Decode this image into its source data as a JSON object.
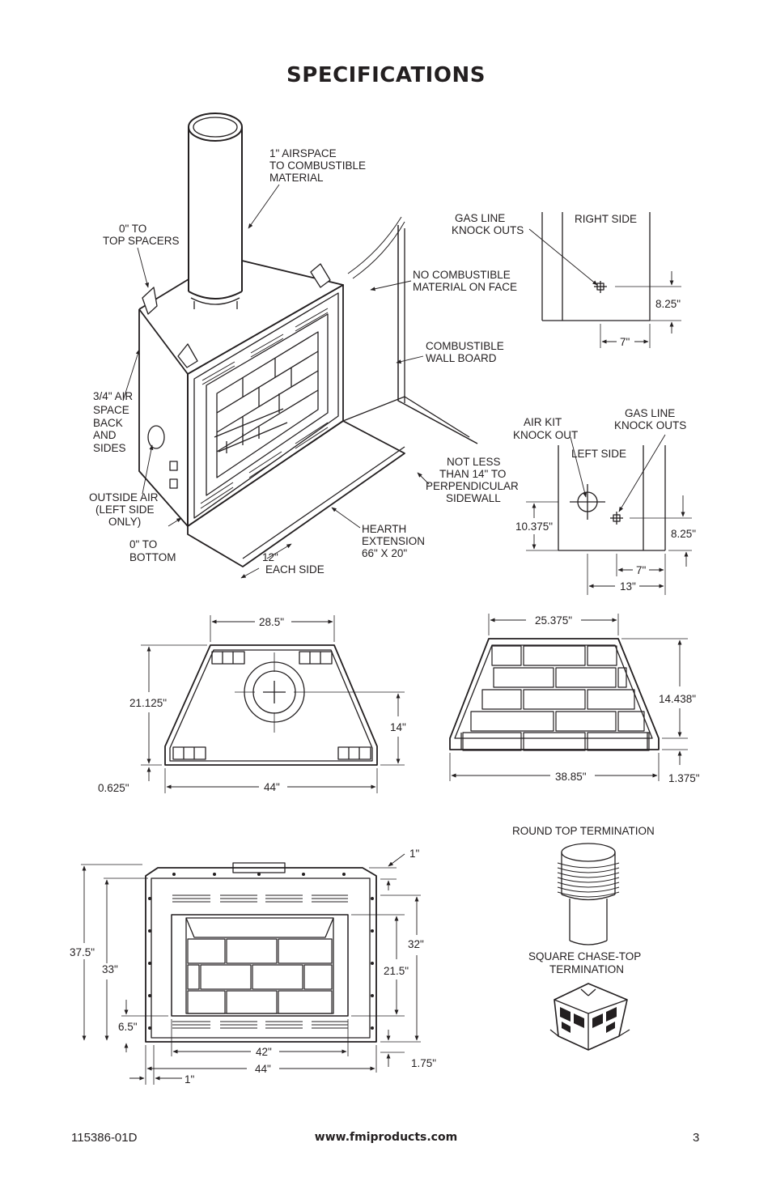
{
  "page_title": "SPECIFICATIONS",
  "footer": {
    "doc_number": "115386-01D",
    "website": "www.fmiproducts.com",
    "page_number": "3"
  },
  "iso_view": {
    "airspace": [
      "1\" AIRSPACE",
      "TO COMBUSTIBLE",
      "MATERIAL"
    ],
    "top_spacers": [
      "0\" TO",
      "TOP SPACERS"
    ],
    "no_combustible": [
      "NO COMBUSTIBLE",
      "MATERIAL ON FACE"
    ],
    "wall_board": [
      "COMBUSTIBLE",
      "WALL BOARD"
    ],
    "air_space_back": [
      "3/4\" AIR",
      "SPACE",
      "BACK",
      "AND",
      "SIDES"
    ],
    "outside_air": [
      "OUTSIDE AIR",
      "(LEFT SIDE",
      "ONLY)"
    ],
    "bottom": [
      "0\" TO",
      "BOTTOM"
    ],
    "each_side": [
      "12\"",
      "EACH SIDE"
    ],
    "hearth": [
      "HEARTH",
      "EXTENSION",
      "66\" X 20\""
    ],
    "not_less": [
      "NOT LESS",
      "THAN 14\" TO",
      "PERPENDICULAR",
      "SIDEWALL"
    ]
  },
  "right_side_view": {
    "gas_line": [
      "GAS LINE",
      "KNOCK OUTS"
    ],
    "side_label": "RIGHT SIDE",
    "dim_height": "8.25\"",
    "dim_width": "7\""
  },
  "left_side_view": {
    "air_kit": [
      "AIR KIT",
      "KNOCK OUT"
    ],
    "gas_line": [
      "GAS LINE",
      "KNOCK OUTS"
    ],
    "side_label": "LEFT SIDE",
    "dim_airkit_height": "10.375\"",
    "dim_gas_height": "8.25\"",
    "dim_gas_width": "7\"",
    "dim_airkit_width": "13\""
  },
  "top_view": {
    "dim_front_width": "28.5\"",
    "dim_depth": "21.125\"",
    "dim_flue_depth": "14\"",
    "dim_offset": "0.625\"",
    "dim_back_width": "44\""
  },
  "firebox_view": {
    "dim_back_width": "25.375\"",
    "dim_height": "14.438\"",
    "dim_front_width": "38.85\"",
    "dim_base": "1.375\""
  },
  "front_view": {
    "dim_collar": "1\"",
    "dim_outer_height": "37.5\"",
    "dim_inner_height": "33\"",
    "dim_right_height": "32\"",
    "dim_opening_height": "21.5\"",
    "dim_opening_base": "6.5\"",
    "dim_opening_width": "42\"",
    "dim_outer_width": "44\"",
    "dim_side": "1\"",
    "dim_base": "1.75\""
  },
  "terminations": {
    "round": "ROUND TOP TERMINATION",
    "square": [
      "SQUARE CHASE-TOP",
      "TERMINATION"
    ]
  }
}
